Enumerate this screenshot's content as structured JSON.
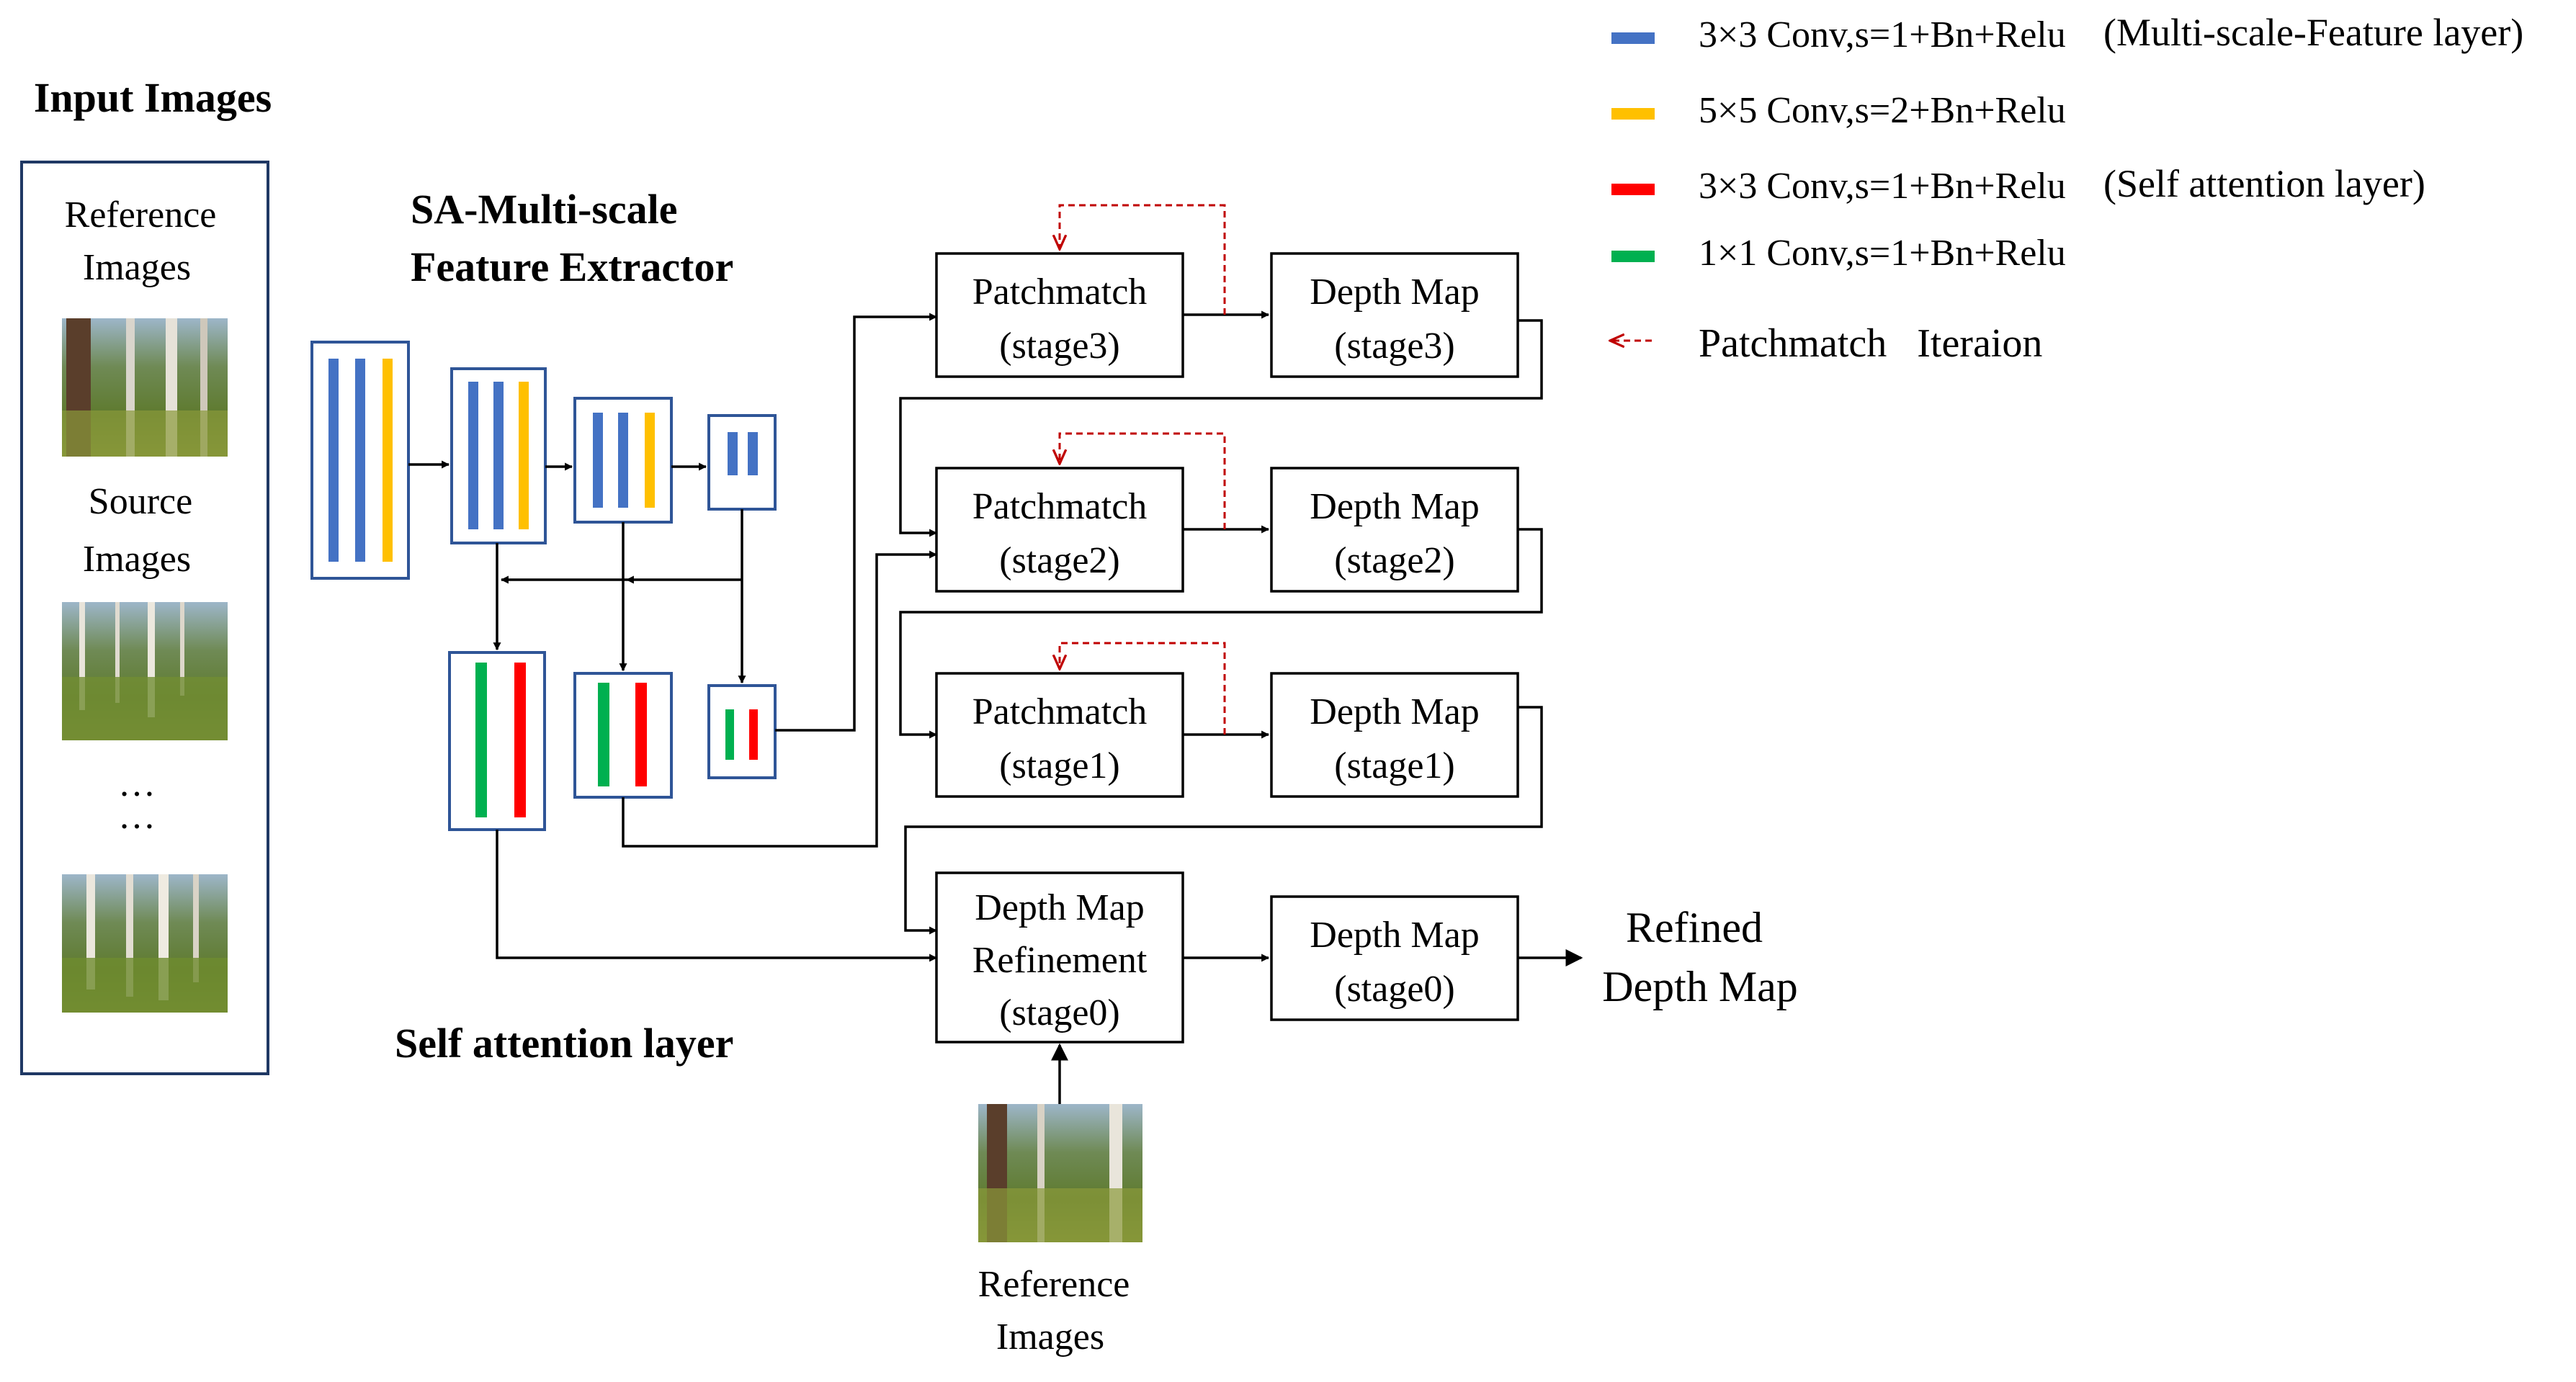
{
  "input_panel": {
    "title": "Input Images",
    "reference_label_1": "Reference",
    "reference_label_2": "Images",
    "source_label_1": "Source",
    "source_label_2": "Images",
    "ellipsis_1": "…",
    "ellipsis_2": "…"
  },
  "extractor": {
    "title_1": "SA-Multi-scale",
    "title_2": "Feature Extractor",
    "sa_label": "Self attention layer"
  },
  "stages": [
    {
      "patch_1": "Patchmatch",
      "patch_2": "(stage3)",
      "depth_1": "Depth Map",
      "depth_2": "(stage3)"
    },
    {
      "patch_1": "Patchmatch",
      "patch_2": "(stage2)",
      "depth_1": "Depth Map",
      "depth_2": "(stage2)"
    },
    {
      "patch_1": "Patchmatch",
      "patch_2": "(stage1)",
      "depth_1": "Depth Map",
      "depth_2": "(stage1)"
    }
  ],
  "refinement": {
    "line_1": "Depth Map",
    "line_2": "Refinement",
    "line_3": "(stage0)",
    "out_1": "Depth Map",
    "out_2": "(stage0)",
    "result_1": "Refined",
    "result_2": "Depth Map",
    "ref_1": "Reference",
    "ref_2": "Images"
  },
  "legend": {
    "items": [
      {
        "color": "#4472C4",
        "text": "3×3 Conv,s=1+Bn+Relu",
        "note": "(Multi-scale-Feature layer)"
      },
      {
        "color": "#FFC000",
        "text": "5×5 Conv,s=2+Bn+Relu",
        "note": ""
      },
      {
        "color": "#FF0000",
        "text": "3×3 Conv,s=1+Bn+Relu",
        "note": "(Self attention layer)"
      },
      {
        "color": "#00B050",
        "text": "1×1 Conv,s=1+Bn+Relu",
        "note": ""
      }
    ],
    "iteration_label": "Patchmatch   Iteraion",
    "iteration_color": "#C00000"
  },
  "colors": {
    "blue": "#4472C4",
    "yellow": "#FFC000",
    "red": "#FF0000",
    "green": "#00B050",
    "box_border": "#2F5597",
    "dashed": "#C00000"
  }
}
